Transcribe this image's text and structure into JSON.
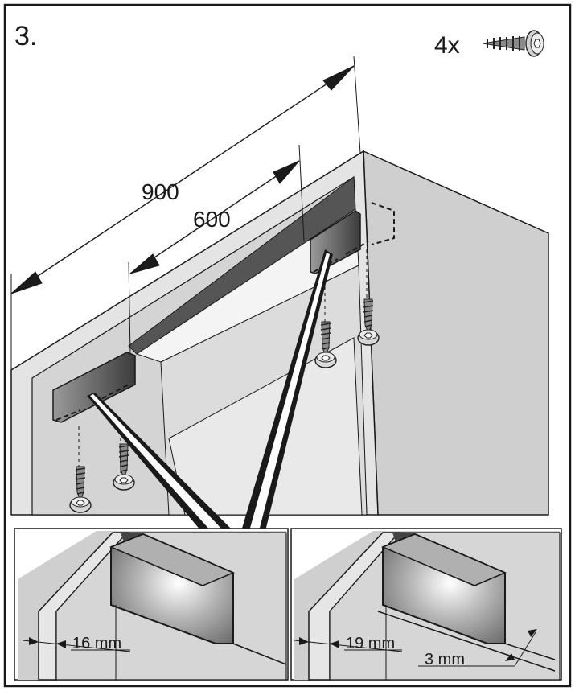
{
  "step": {
    "number": "3."
  },
  "screws": {
    "count": "4x",
    "icon": "screw-icon"
  },
  "dimensions": {
    "outer": "900",
    "inner": "600"
  },
  "details": [
    {
      "thickness": "16 mm",
      "gap": ""
    },
    {
      "thickness": "19 mm",
      "gap": "3 mm"
    }
  ],
  "colors": {
    "outline": "#1a1a1a",
    "panel_light": "#e2e2e2",
    "panel_mid": "#c8c8c8",
    "panel_dark": "#5a5a5a",
    "background": "#ffffff"
  }
}
